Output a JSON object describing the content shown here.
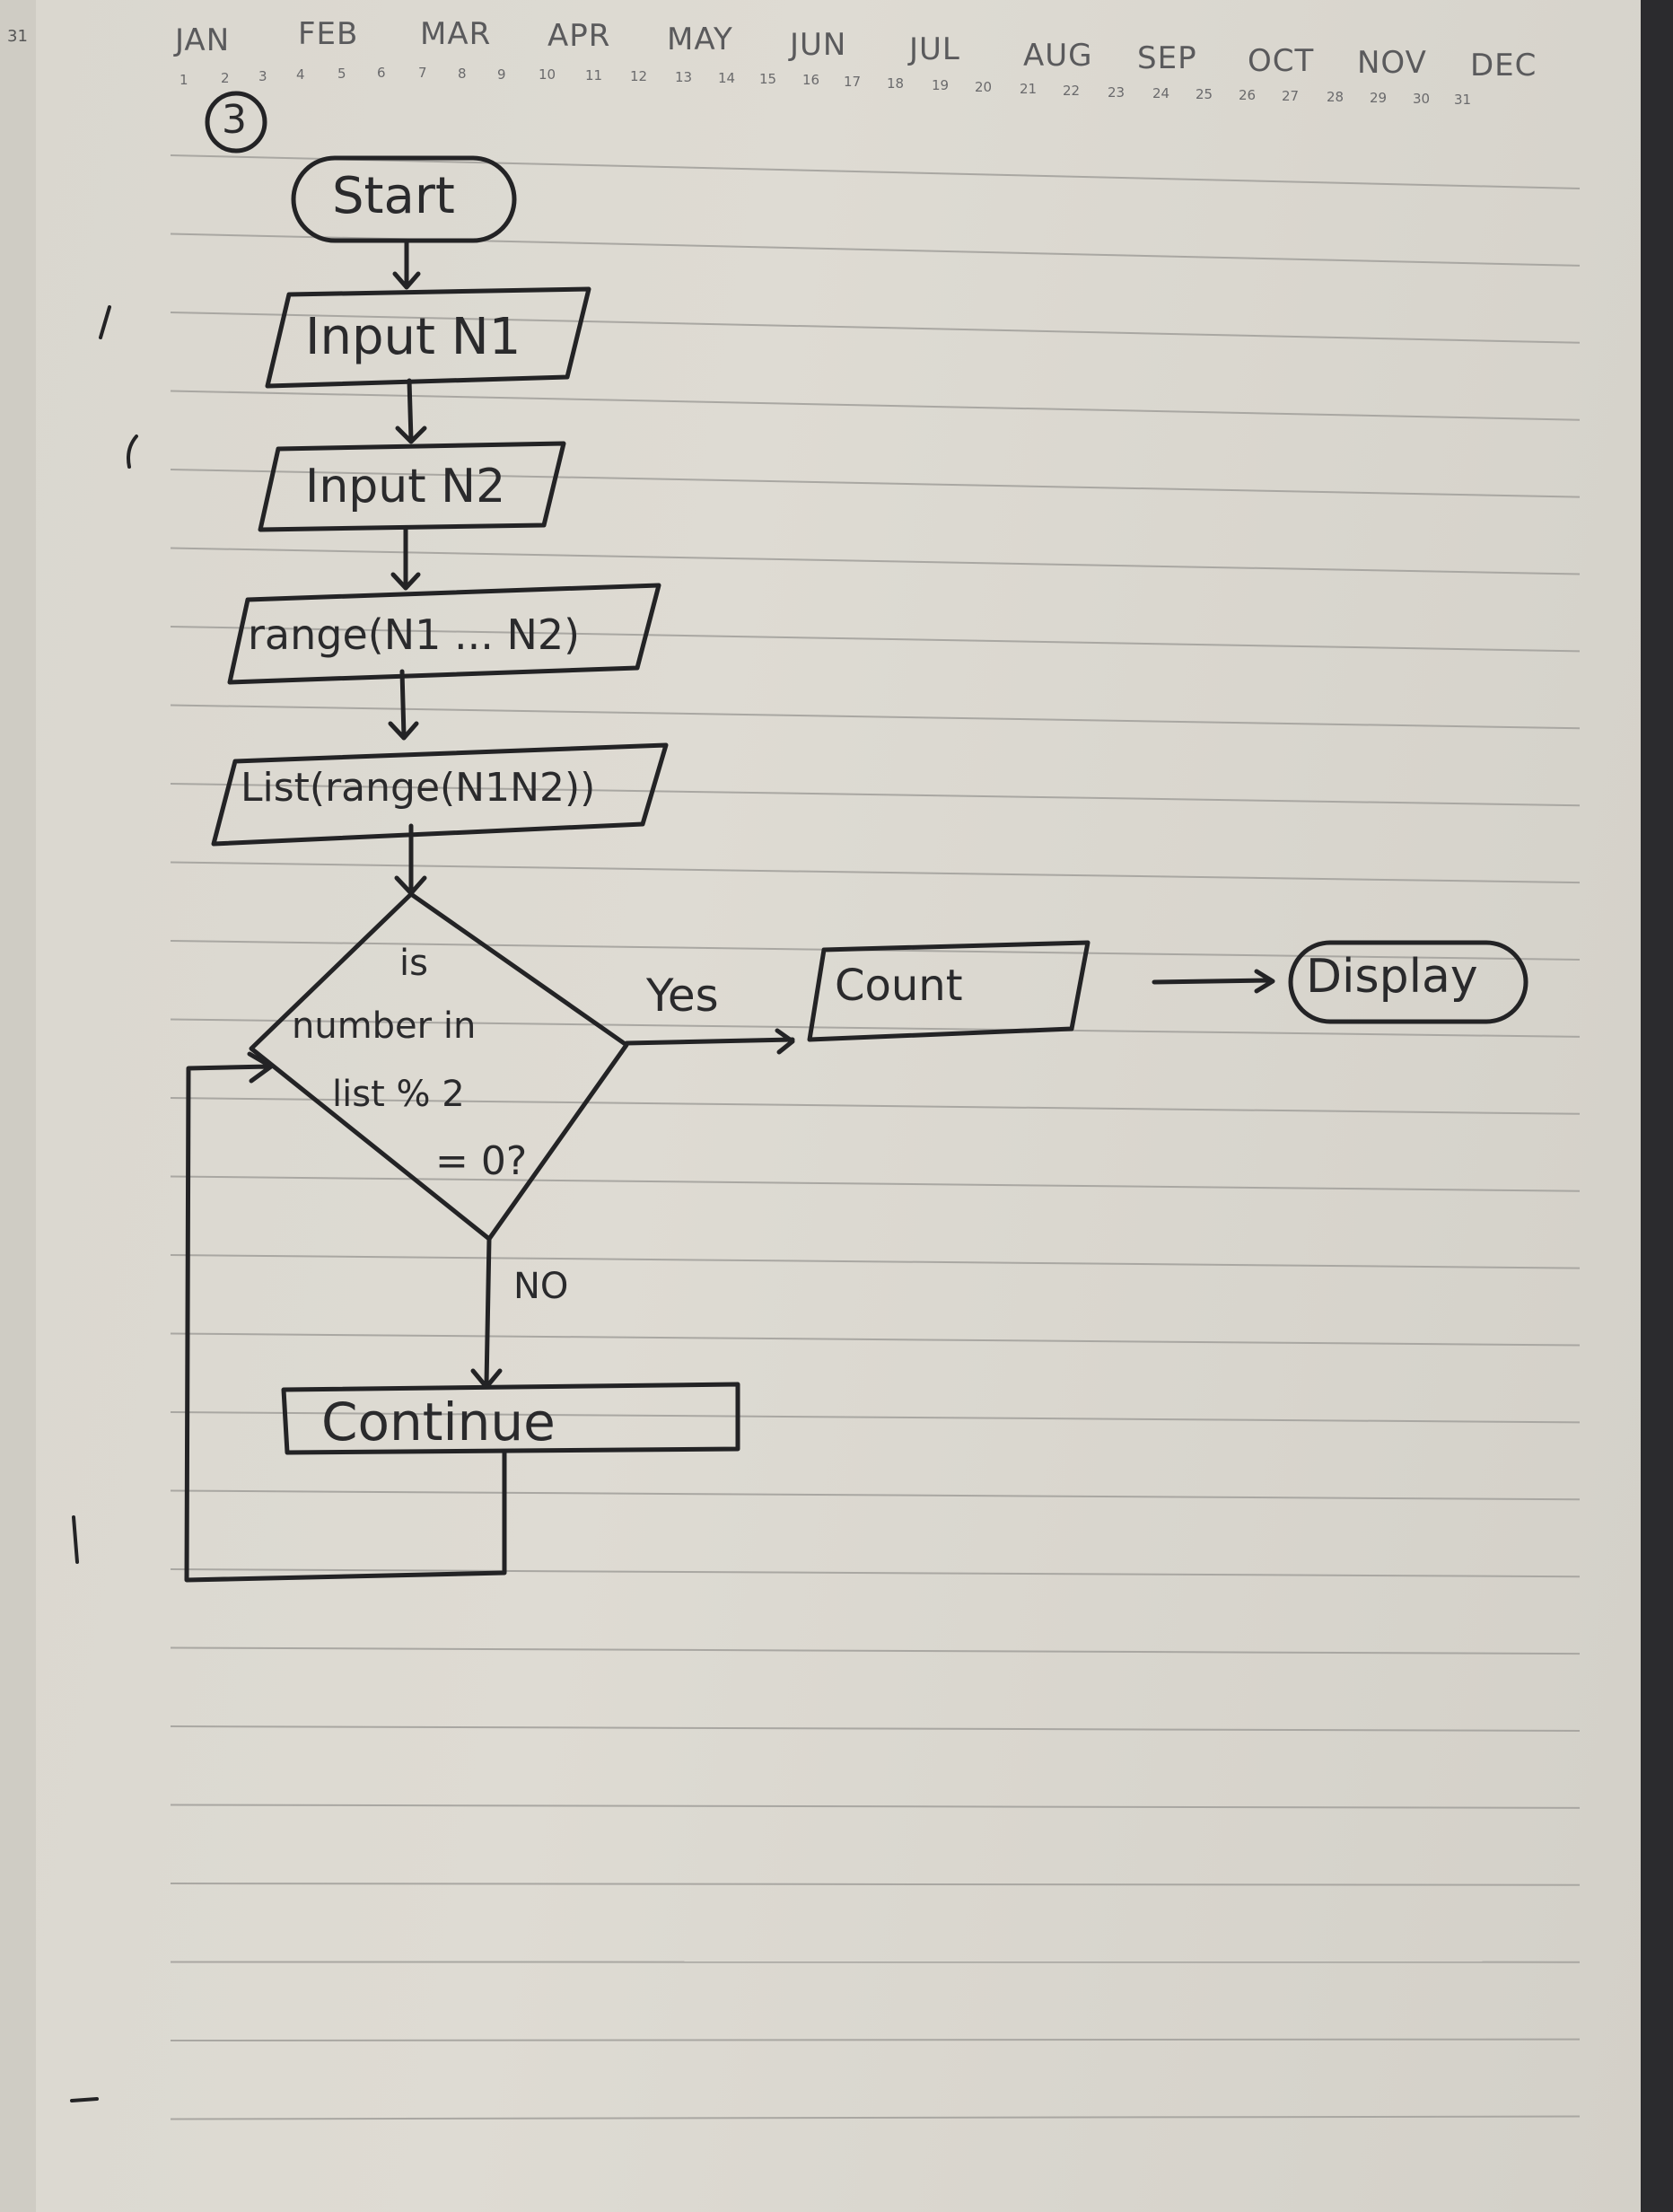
{
  "calendar": {
    "months": [
      "JAN",
      "FEB",
      "MAR",
      "APR",
      "MAY",
      "JUN",
      "JUL",
      "AUG",
      "SEP",
      "OCT",
      "NOV",
      "DEC"
    ],
    "days": [
      "1",
      "2",
      "3",
      "4",
      "5",
      "6",
      "7",
      "8",
      "9",
      "10",
      "11",
      "12",
      "13",
      "14",
      "15",
      "16",
      "17",
      "18",
      "19",
      "20",
      "21",
      "22",
      "23",
      "24",
      "25",
      "26",
      "27",
      "28",
      "29",
      "30",
      "31"
    ]
  },
  "margin_number": "31",
  "page_number": "3",
  "flowchart": {
    "start": "Start",
    "input_n1": "Input N1",
    "input_n2": "Input N2",
    "range": "range(N1 ... N2)",
    "list": "List(range(N1N2))",
    "decision": {
      "line1": "is",
      "line2": "number in",
      "line3": "list % 2",
      "line4": "= 0?"
    },
    "yes_label": "Yes",
    "no_label": "NO",
    "count": "Count",
    "display": "Display",
    "continue": "Continue"
  }
}
